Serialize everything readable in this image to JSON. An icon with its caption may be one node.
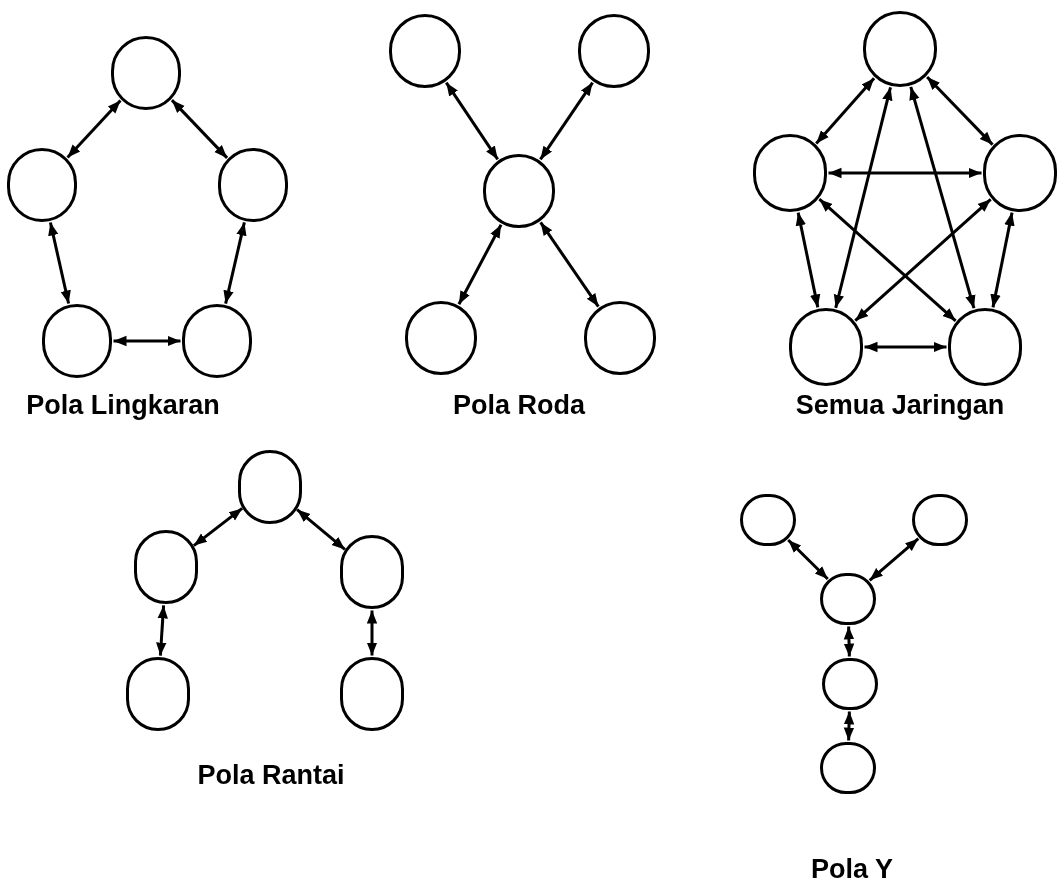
{
  "diagram": {
    "nodes": [
      {
        "text": [],
        "shape": "circle"
      },
      {
        "text": [],
        "shape": "circle"
      },
      {
        "text": [],
        "shape": "circle"
      },
      {
        "text": [],
        "shape": "circle"
      },
      {
        "text": [],
        "shape": "circle"
      },
      {
        "text": [],
        "shape": "circle"
      },
      {
        "text": [],
        "shape": "circle"
      },
      {
        "text": [],
        "shape": "circle"
      },
      {
        "text": [],
        "shape": "circle"
      },
      {
        "text": [],
        "shape": "circle"
      },
      {
        "text": [],
        "shape": "circle"
      },
      {
        "text": [],
        "shape": "circle"
      },
      {
        "text": [],
        "shape": "circle"
      },
      {
        "text": [],
        "shape": "circle"
      },
      {
        "text": [],
        "shape": "circle"
      },
      {
        "text": [],
        "shape": "circle"
      },
      {
        "text": [],
        "shape": "circle"
      },
      {
        "text": [],
        "shape": "circle"
      },
      {
        "text": [],
        "shape": "circle"
      },
      {
        "text": [],
        "shape": "circle"
      },
      {
        "text": [],
        "shape": "circle"
      },
      {
        "text": [],
        "shape": "circle"
      },
      {
        "text": [],
        "shape": "circle"
      },
      {
        "text": [],
        "shape": "circle"
      },
      {
        "text": [],
        "shape": "circle"
      }
    ],
    "edges": [
      {
        "from": 0,
        "to": 1,
        "arrow": "both"
      },
      {
        "from": 0,
        "to": 2,
        "arrow": "both"
      },
      {
        "from": 1,
        "to": 3,
        "arrow": "both"
      },
      {
        "from": 2,
        "to": 4,
        "arrow": "both"
      },
      {
        "from": 3,
        "to": 4,
        "arrow": "both"
      },
      {
        "from": 7,
        "to": 5,
        "arrow": "both"
      },
      {
        "from": 7,
        "to": 6,
        "arrow": "both"
      },
      {
        "from": 7,
        "to": 8,
        "arrow": "both"
      },
      {
        "from": 7,
        "to": 9,
        "arrow": "both"
      },
      {
        "from": 10,
        "to": 11,
        "arrow": "both"
      },
      {
        "from": 10,
        "to": 12,
        "arrow": "both"
      },
      {
        "from": 10,
        "to": 13,
        "arrow": "both"
      },
      {
        "from": 10,
        "to": 14,
        "arrow": "both"
      },
      {
        "from": 11,
        "to": 12,
        "arrow": "both"
      },
      {
        "from": 11,
        "to": 13,
        "arrow": "both"
      },
      {
        "from": 11,
        "to": 14,
        "arrow": "both"
      },
      {
        "from": 12,
        "to": 13,
        "arrow": "both"
      },
      {
        "from": 12,
        "to": 14,
        "arrow": "both"
      },
      {
        "from": 13,
        "to": 14,
        "arrow": "both"
      },
      {
        "from": 15,
        "to": 16,
        "arrow": "both"
      },
      {
        "from": 15,
        "to": 17,
        "arrow": "both"
      },
      {
        "from": 16,
        "to": 18,
        "arrow": "both"
      },
      {
        "from": 17,
        "to": 19,
        "arrow": "both"
      },
      {
        "from": 20,
        "to": 22,
        "arrow": "both"
      },
      {
        "from": 21,
        "to": 22,
        "arrow": "both"
      },
      {
        "from": 22,
        "to": 23,
        "arrow": "both"
      },
      {
        "from": 23,
        "to": 24,
        "arrow": "both"
      }
    ],
    "labels": [
      "Pola Lingkaran",
      "Pola Roda",
      "Semua Jaringan",
      "Pola Rantai",
      "Pola Y"
    ]
  }
}
